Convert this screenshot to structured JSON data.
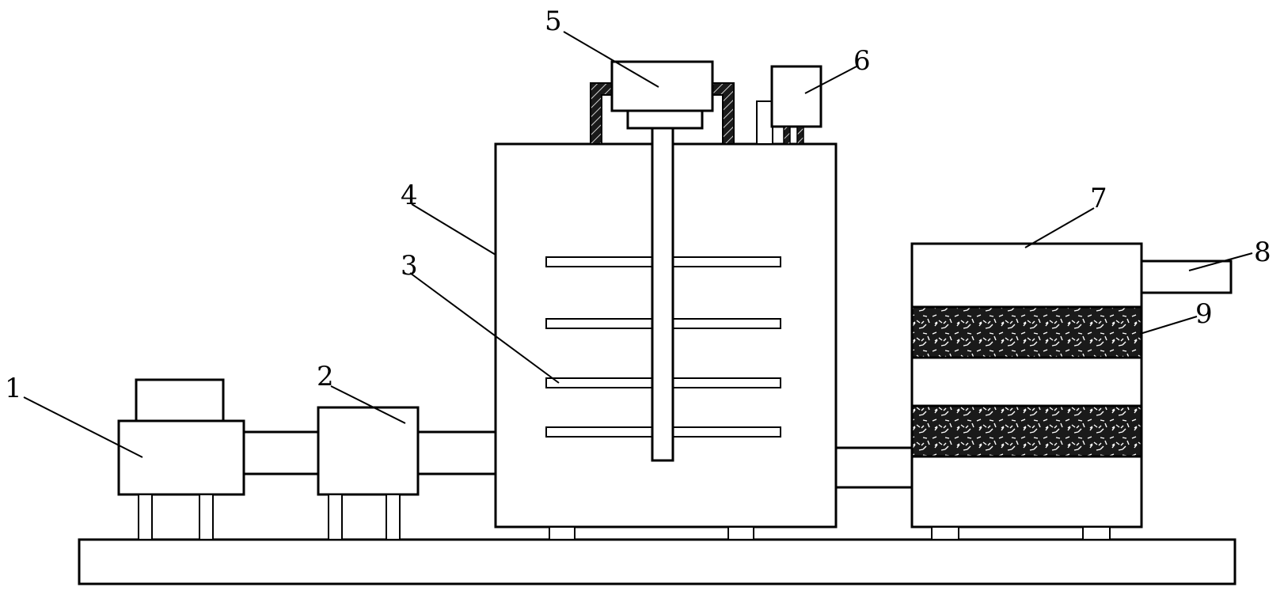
{
  "labels": [
    {
      "id": "1",
      "text": "1"
    },
    {
      "id": "2",
      "text": "2"
    },
    {
      "id": "3",
      "text": "3"
    },
    {
      "id": "4",
      "text": "4"
    },
    {
      "id": "5",
      "text": "5"
    },
    {
      "id": "6",
      "text": "6"
    },
    {
      "id": "7",
      "text": "7"
    },
    {
      "id": "8",
      "text": "8"
    },
    {
      "id": "9",
      "text": "9"
    }
  ],
  "colors": {
    "line": "#000000",
    "background": "#ffffff",
    "filter_layer": "#1a1a1a"
  }
}
